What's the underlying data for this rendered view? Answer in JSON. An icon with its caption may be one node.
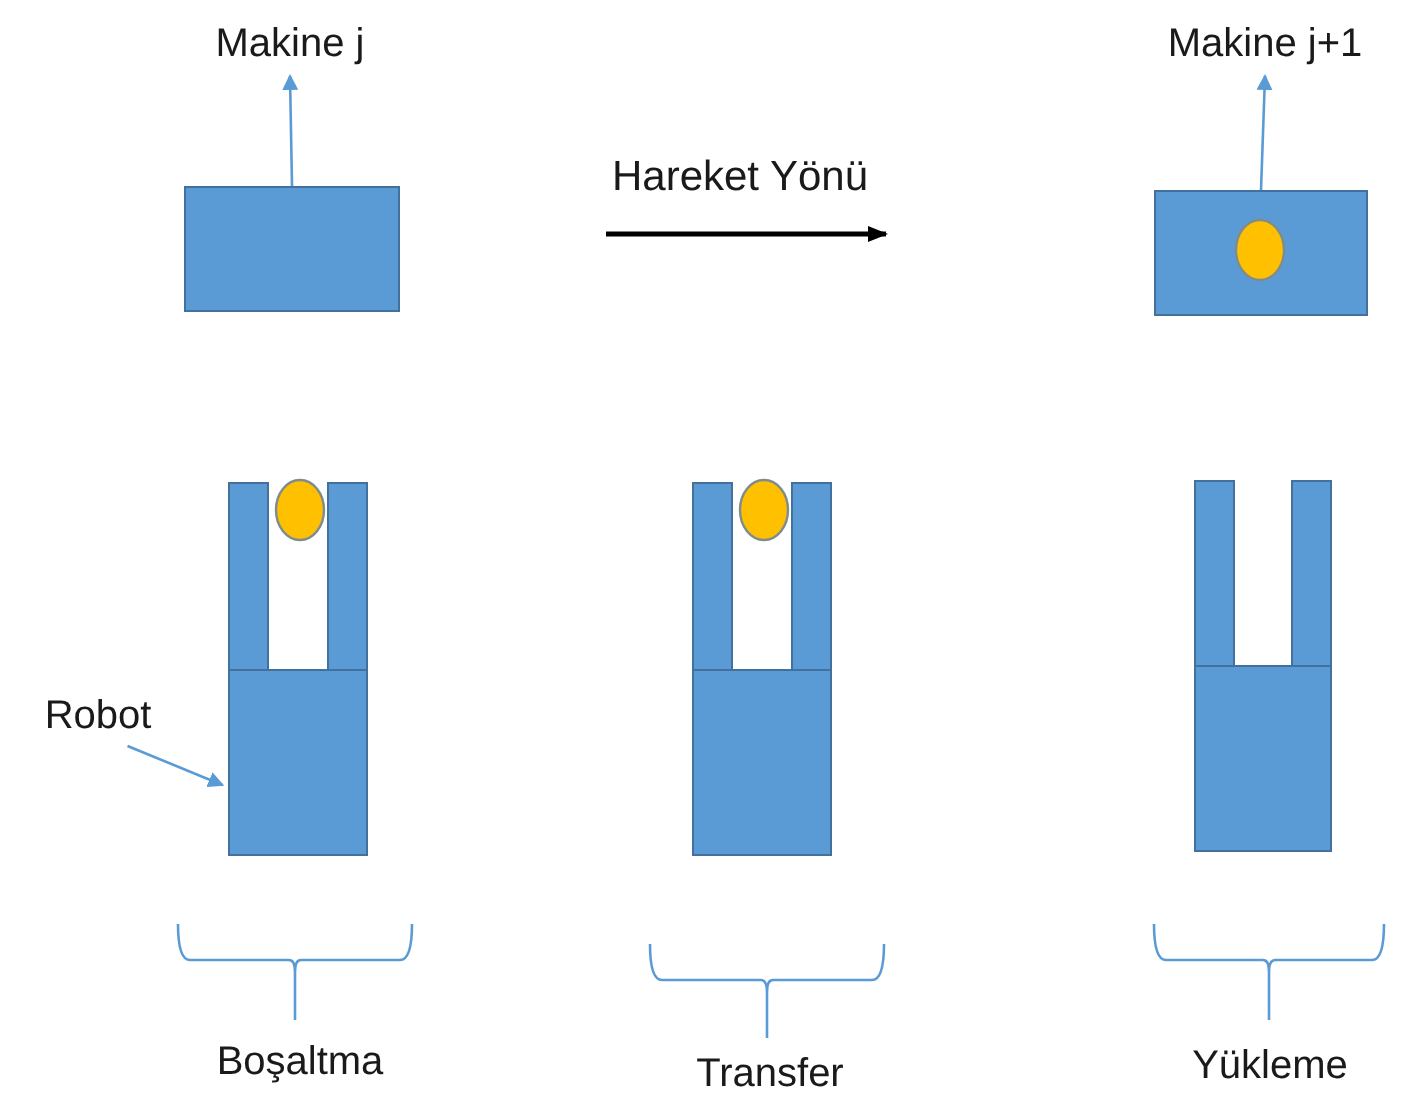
{
  "diagram": {
    "nodes": [
      {
        "text": [
          "Makine j"
        ]
      },
      {
        "text": [],
        "shape": "box"
      },
      {
        "text": [
          "Makine j+1"
        ]
      },
      {
        "text": [],
        "shape": "box"
      },
      {
        "text": [],
        "shape": "circle",
        "in": 3
      },
      {
        "text": [],
        "shape": "box"
      },
      {
        "text": [],
        "shape": "circle",
        "in": 5
      },
      {
        "text": [],
        "shape": "box"
      },
      {
        "text": [],
        "shape": "circle",
        "in": 7
      },
      {
        "text": [],
        "shape": "box"
      },
      {
        "text": [
          "Robot"
        ]
      }
    ],
    "edges": [
      {
        "from": 1,
        "to": 0,
        "arrow": "to"
      },
      {
        "from": 3,
        "to": 2,
        "arrow": "to"
      },
      {
        "from": 10,
        "to": 5,
        "arrow": "to"
      }
    ],
    "labels": [
      "Hareket Yönü",
      "Boşaltma",
      "Transfer",
      "Yükleme"
    ]
  }
}
